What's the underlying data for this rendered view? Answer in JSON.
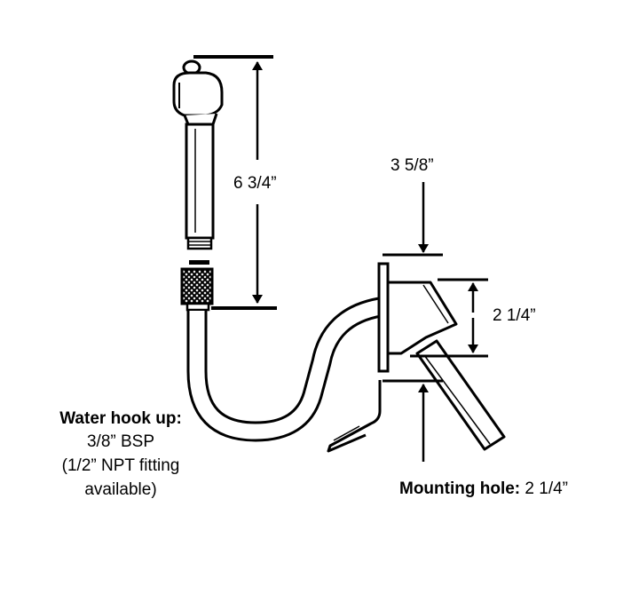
{
  "dimensions": {
    "height": "6 3/4”",
    "depth": "3 5/8”",
    "body": "2 1/4”"
  },
  "mounting_hole": {
    "label": "Mounting hole:",
    "value": " 2 1/4”"
  },
  "water_hookup": {
    "title": "Water hook up:",
    "lines": [
      "3/8” BSP",
      "(1/2” NPT fitting",
      "available)"
    ]
  }
}
